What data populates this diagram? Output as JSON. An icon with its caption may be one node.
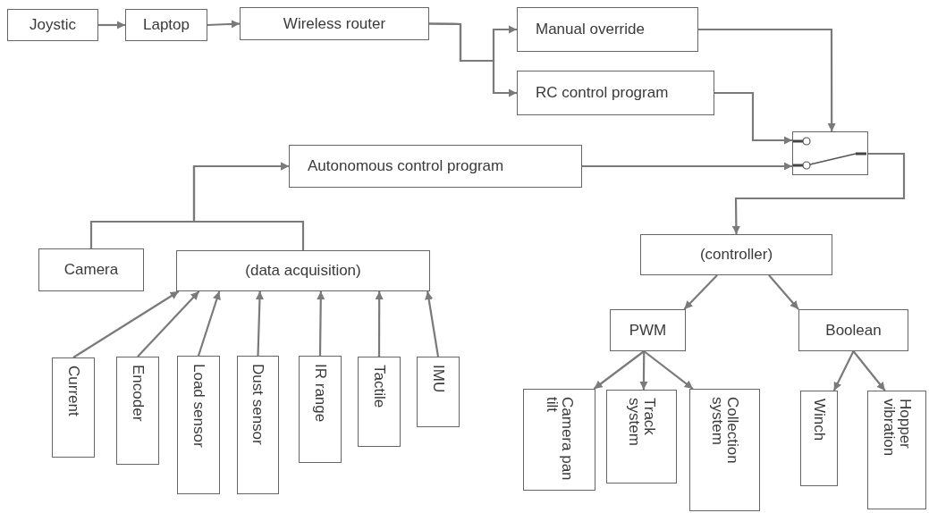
{
  "diagram": {
    "nodes": [
      {
        "text": [
          "Joystic"
        ]
      },
      {
        "text": [
          "Laptop"
        ]
      },
      {
        "text": [
          "Wireless router"
        ]
      },
      {
        "text": [
          "Manual override"
        ]
      },
      {
        "text": [
          "RC control program"
        ]
      },
      {
        "text": [],
        "shape": "box"
      },
      {
        "text": [
          "Autonomous control program"
        ]
      },
      {
        "text": [
          "Camera"
        ]
      },
      {
        "text": [
          "(data acquisition)"
        ]
      },
      {
        "text": [
          "Current"
        ]
      },
      {
        "text": [
          "Encoder"
        ]
      },
      {
        "text": [
          "Load sensor"
        ]
      },
      {
        "text": [
          "Dust sensor"
        ]
      },
      {
        "text": [
          "IR range"
        ]
      },
      {
        "text": [
          "Tactile"
        ]
      },
      {
        "text": [
          "IMU"
        ]
      },
      {
        "text": [
          "(controller)"
        ]
      },
      {
        "text": [
          "PWM"
        ]
      },
      {
        "text": [
          "Boolean"
        ]
      },
      {
        "text": [
          "Camera pan tilt"
        ]
      },
      {
        "text": [
          "Track system"
        ]
      },
      {
        "text": [
          "Collection system"
        ]
      },
      {
        "text": [
          "Winch"
        ]
      },
      {
        "text": [
          "Hopper vibration"
        ]
      }
    ],
    "edges": [
      {
        "from": 0,
        "to": 1,
        "arrow": "to"
      },
      {
        "from": 1,
        "to": 2,
        "arrow": "to"
      },
      {
        "from": 2,
        "to": 3,
        "arrow": "to"
      },
      {
        "from": 2,
        "to": 4,
        "arrow": "to"
      },
      {
        "from": 3,
        "to": 5,
        "arrow": "to"
      },
      {
        "from": 4,
        "to": 5,
        "arrow": "to"
      },
      {
        "from": 6,
        "to": 5,
        "arrow": "to"
      },
      {
        "from": 5,
        "to": 16,
        "arrow": "to"
      },
      {
        "from": 7,
        "to": 6,
        "arrow": "to"
      },
      {
        "from": 8,
        "to": 6,
        "arrow": "to"
      },
      {
        "from": 9,
        "to": 8,
        "arrow": "to"
      },
      {
        "from": 10,
        "to": 8,
        "arrow": "to"
      },
      {
        "from": 11,
        "to": 8,
        "arrow": "to"
      },
      {
        "from": 12,
        "to": 8,
        "arrow": "to"
      },
      {
        "from": 13,
        "to": 8,
        "arrow": "to"
      },
      {
        "from": 14,
        "to": 8,
        "arrow": "to"
      },
      {
        "from": 15,
        "to": 8,
        "arrow": "to"
      },
      {
        "from": 16,
        "to": 17,
        "arrow": "to"
      },
      {
        "from": 16,
        "to": 18,
        "arrow": "to"
      },
      {
        "from": 17,
        "to": 19,
        "arrow": "to"
      },
      {
        "from": 17,
        "to": 20,
        "arrow": "to"
      },
      {
        "from": 17,
        "to": 21,
        "arrow": "to"
      },
      {
        "from": 18,
        "to": 22,
        "arrow": "to"
      },
      {
        "from": 18,
        "to": 23,
        "arrow": "to"
      }
    ]
  }
}
